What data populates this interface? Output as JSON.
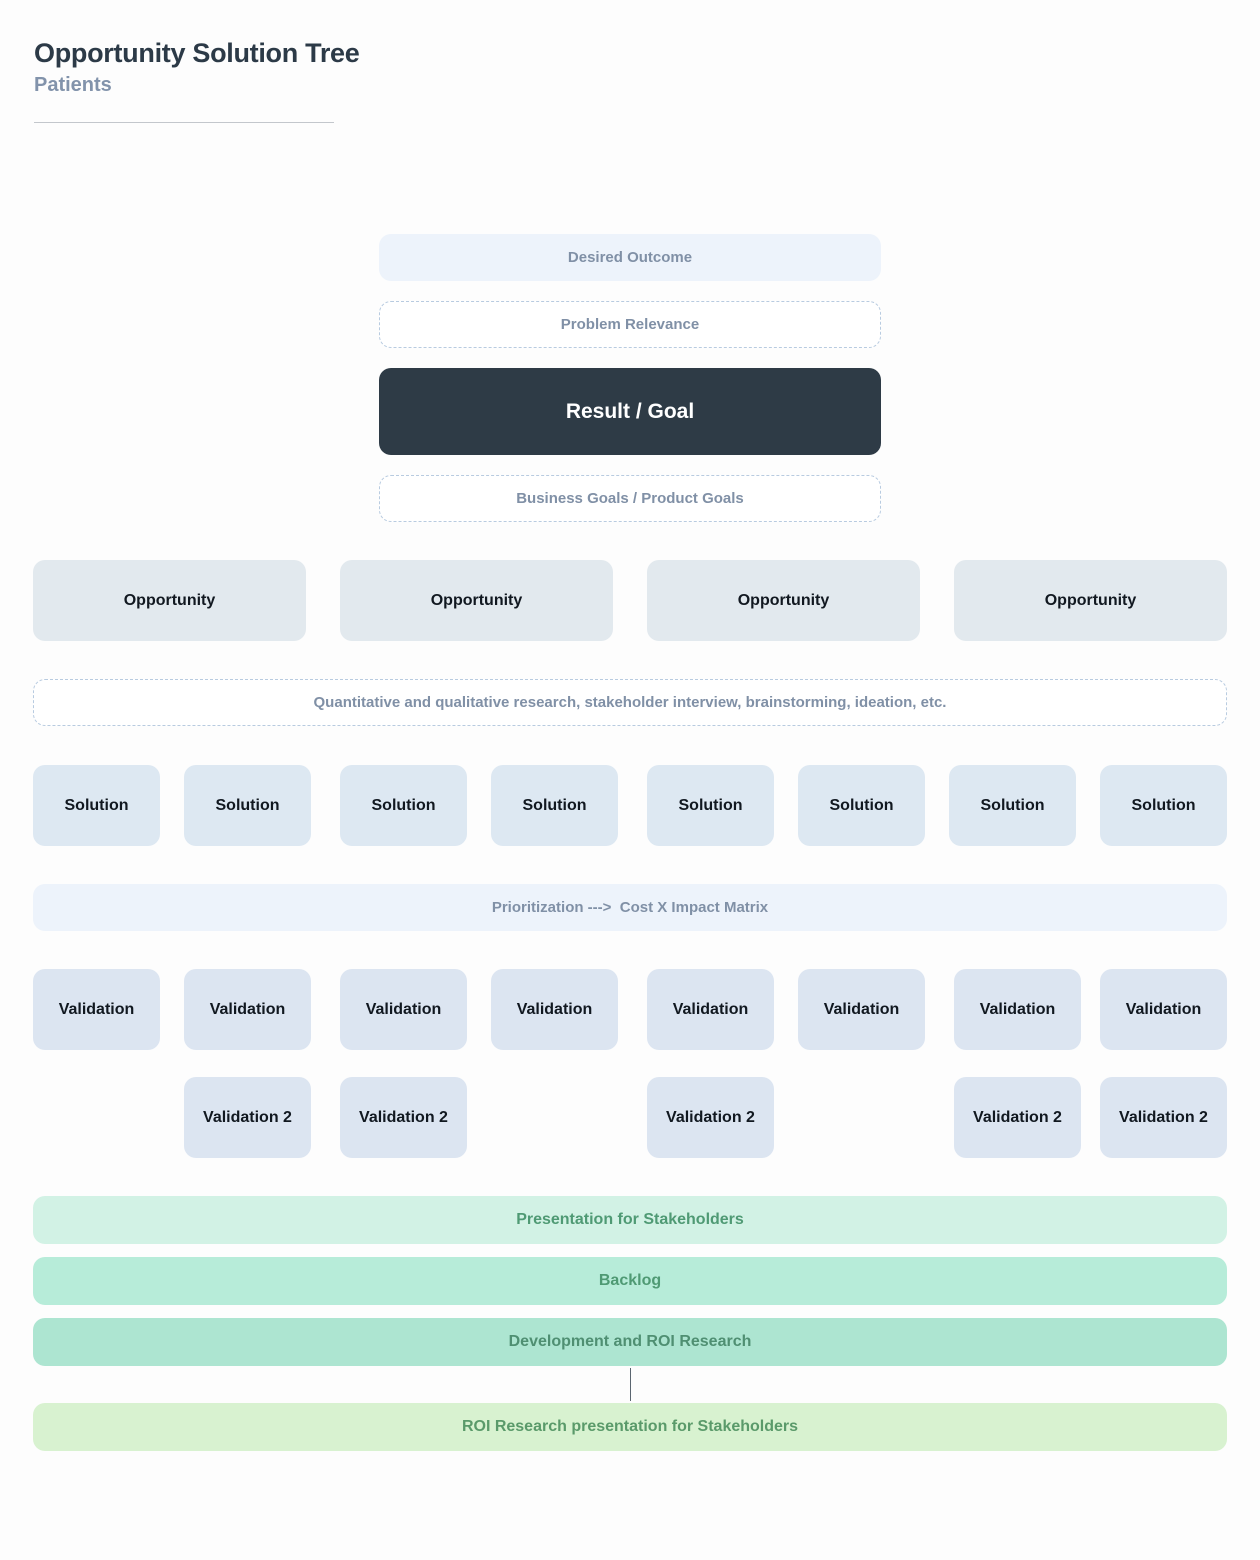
{
  "header": {
    "title": "Opportunity Solution Tree",
    "subtitle": "Patients"
  },
  "top": {
    "desired_outcome": "Desired Outcome",
    "problem_relevance": "Problem Relevance",
    "result_goal": "Result / Goal",
    "business_goals": "Business Goals / Product Goals"
  },
  "opportunities": [
    "Opportunity",
    "Opportunity",
    "Opportunity",
    "Opportunity"
  ],
  "research_note": "Quantitative and qualitative research, stakeholder interview, brainstorming, ideation, etc.",
  "solutions": [
    "Solution",
    "Solution",
    "Solution",
    "Solution",
    "Solution",
    "Solution",
    "Solution",
    "Solution"
  ],
  "prioritization": "Prioritization --->  Cost X Impact Matrix",
  "validations": [
    "Validation",
    "Validation",
    "Validation",
    "Validation",
    "Validation",
    "Validation",
    "Validation",
    "Validation"
  ],
  "validations2": [
    "Validation 2",
    "Validation 2",
    "Validation 2",
    "Validation 2",
    "Validation 2"
  ],
  "bottom": {
    "presentation": "Presentation for Stakeholders",
    "backlog": "Backlog",
    "development": "Development and ROI Research",
    "roi_presentation": "ROI Research presentation for Stakeholders"
  },
  "colors": {
    "goal_background": "#2e3b46",
    "title_text": "#2c3a47",
    "subtitle_text": "#8293ab",
    "green_text": "#4f9a74"
  }
}
